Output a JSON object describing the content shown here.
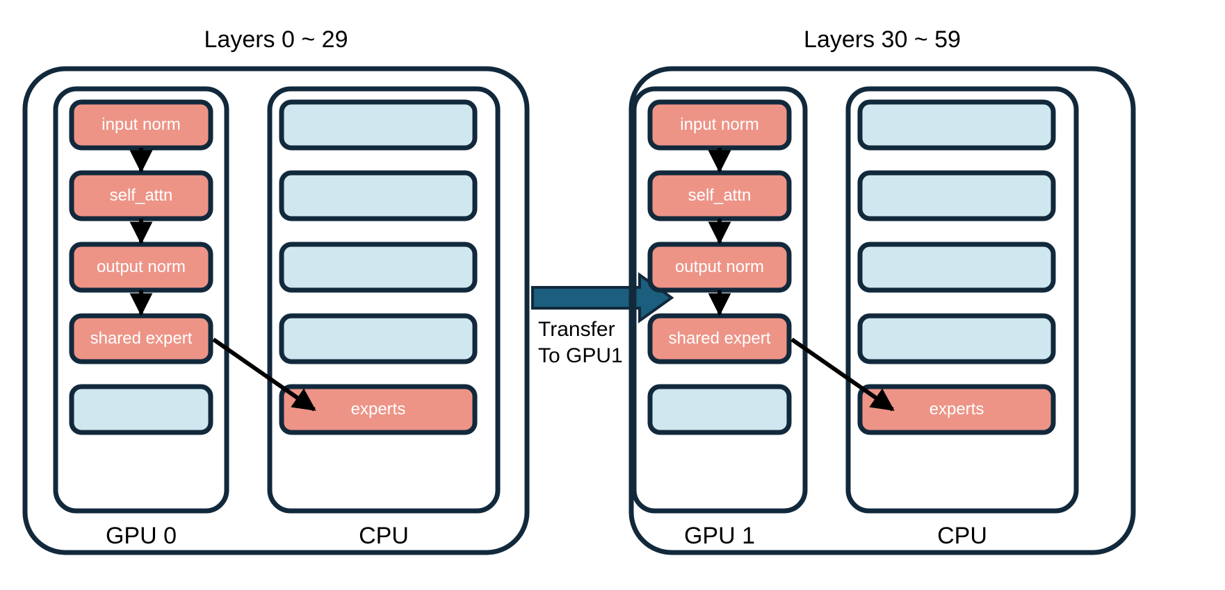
{
  "diagram": {
    "type": "architecture-diagram",
    "background_color": "#ffffff",
    "stroke_color": "#12293c",
    "gpu_block_color": "#ed9487",
    "cpu_block_color": "#cfe7ee",
    "transfer_arrow_color": "#1b5e7e",
    "block_label_color": "#ffffff",
    "text_color": "#000000"
  },
  "panels": [
    {
      "title": "Layers 0 ~ 29",
      "device_column": {
        "label": "GPU 0",
        "blocks": [
          {
            "label": "input norm",
            "kind": "active"
          },
          {
            "label": "self_attn",
            "kind": "active"
          },
          {
            "label": "output norm",
            "kind": "active"
          },
          {
            "label": "shared expert",
            "kind": "active"
          },
          {
            "label": "",
            "kind": "inactive"
          }
        ]
      },
      "host_column": {
        "label": "CPU",
        "blocks": [
          {
            "label": "",
            "kind": "inactive"
          },
          {
            "label": "",
            "kind": "inactive"
          },
          {
            "label": "",
            "kind": "inactive"
          },
          {
            "label": "",
            "kind": "inactive"
          },
          {
            "label": "experts",
            "kind": "active"
          }
        ]
      }
    },
    {
      "title": "Layers 30 ~ 59",
      "device_column": {
        "label": "GPU 1",
        "blocks": [
          {
            "label": "input norm",
            "kind": "active"
          },
          {
            "label": "self_attn",
            "kind": "active"
          },
          {
            "label": "output norm",
            "kind": "active"
          },
          {
            "label": "shared expert",
            "kind": "active"
          },
          {
            "label": "",
            "kind": "inactive"
          }
        ]
      },
      "host_column": {
        "label": "CPU",
        "blocks": [
          {
            "label": "",
            "kind": "inactive"
          },
          {
            "label": "",
            "kind": "inactive"
          },
          {
            "label": "",
            "kind": "inactive"
          },
          {
            "label": "",
            "kind": "inactive"
          },
          {
            "label": "experts",
            "kind": "active"
          }
        ]
      }
    }
  ],
  "transfer": {
    "label": "Transfer\nTo GPU1"
  }
}
